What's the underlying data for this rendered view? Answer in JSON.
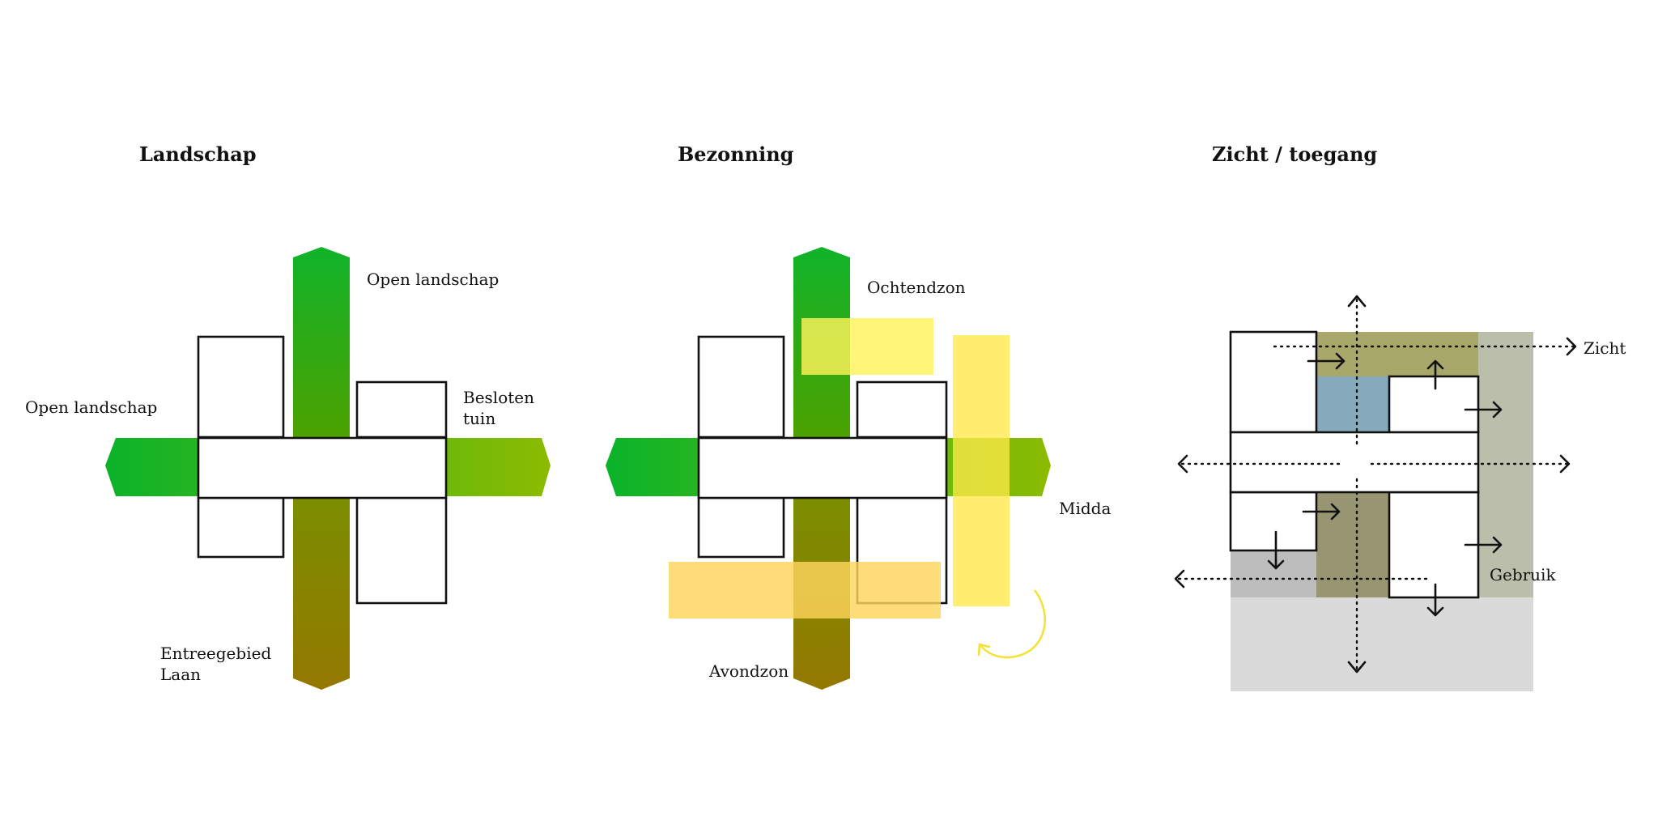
{
  "panels": [
    {
      "title": "Landschap",
      "labels": {
        "top": "Open landschap",
        "left": "Open landschap",
        "right_line1": "Besloten",
        "right_line2": "tuin",
        "bottom_line1": "Entreegebied",
        "bottom_line2": "Laan"
      }
    },
    {
      "title": "Bezonning",
      "labels": {
        "morning": "Ochtendzon",
        "midday": "Midda",
        "evening": "Avondzon"
      }
    },
    {
      "title": "Zicht / toegang",
      "labels": {
        "view": "Zicht",
        "use": "Gebruik"
      }
    }
  ],
  "colors": {
    "green_bright": "#0ab32a",
    "green_light": "#8cbb00",
    "olive": "#8e7800",
    "sun_yellow": "#fff45a",
    "evening_yellow": "#fede6c",
    "olive_zone": "#a9a86b",
    "blue_zone": "#86aabb",
    "sage_zone": "#bcbeac",
    "grey_zone": "#bdbdbd",
    "light_grey_zone": "#dadada"
  }
}
